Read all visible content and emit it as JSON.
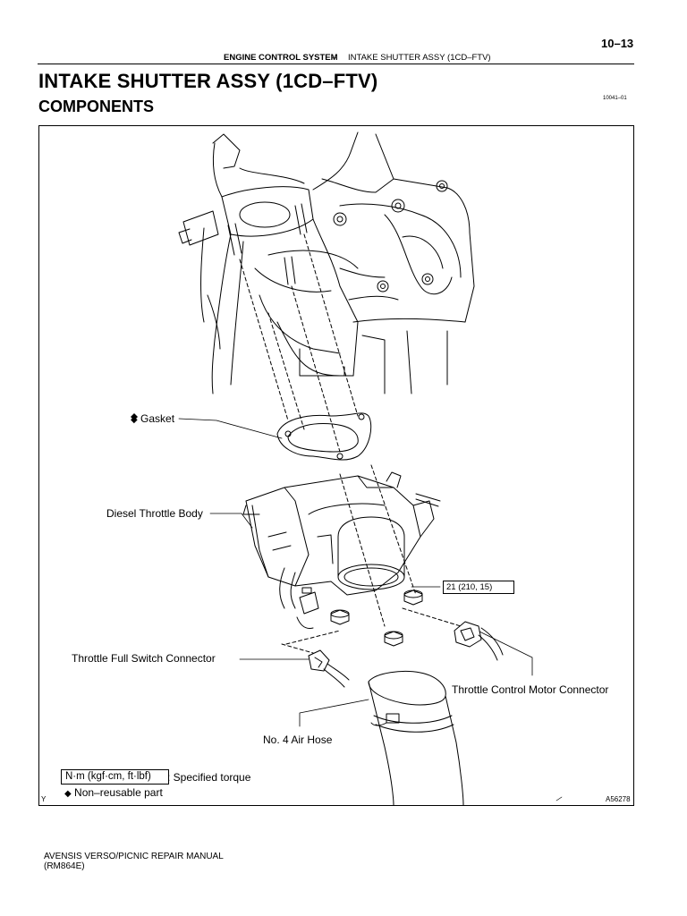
{
  "header": {
    "page_number": "10–13",
    "section": "ENGINE CONTROL SYSTEM",
    "separator": "–",
    "subsection": "INTAKE SHUTTER ASSY (1CD–FTV)"
  },
  "title": "INTAKE SHUTTER ASSY (1CD–FTV)",
  "section_title": "COMPONENTS",
  "doc_code": "10041–01",
  "figure": {
    "labels": {
      "gasket": "Gasket",
      "throttle_body": "Diesel Throttle Body",
      "torque_value": "21 (210, 15)",
      "full_switch_connector": "Throttle Full Switch Connector",
      "motor_connector": "Throttle Control Motor Connector",
      "air_hose": "No. 4 Air Hose"
    },
    "legend": {
      "unit_box": "N·m (kgf·cm, ft·lbf)",
      "torque_text": ": Specified torque",
      "nonreusable_text": "Non–reusable part"
    },
    "corner_mark": "Y",
    "figure_id": "A56278"
  },
  "footer": {
    "line1": "AVENSIS VERSO/PICNIC REPAIR MANUAL",
    "line2": "(RM864E)"
  },
  "icons": {
    "nonreusable_marker": "diamond-icon"
  }
}
